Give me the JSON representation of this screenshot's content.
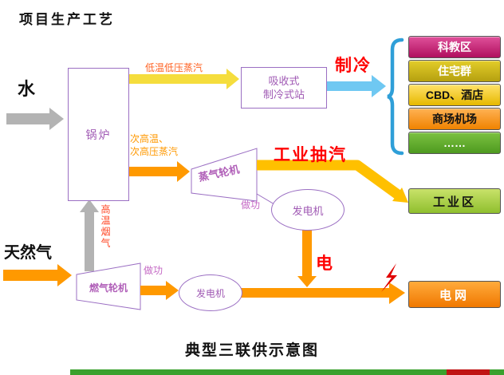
{
  "header": {
    "title": "项目生产工艺"
  },
  "caption": "典型三联供示意图",
  "sources": {
    "water": "水",
    "gas": "天然气"
  },
  "nodes": {
    "boiler": "锅炉",
    "absorption_line1": "吸收式",
    "absorption_line2": "制冷式站",
    "steam_turbine": "蒸气轮机",
    "gas_turbine": "燃气轮机",
    "generator_top": "发电机",
    "generator_bottom": "发电机"
  },
  "flows": {
    "low_pressure_steam": "低温低压蒸汽",
    "mid_steam_line1": "次高温、",
    "mid_steam_line2": "次高压蒸汽",
    "flue_gas": "高温烟气",
    "cooling": "制冷",
    "industrial_steam": "工业抽汽",
    "electricity": "电",
    "work_steam": "做功",
    "work_gas": "做功"
  },
  "destinations": [
    {
      "label": "科教区",
      "color": "#b00f5e"
    },
    {
      "label": "住宅群",
      "color": "#c8b316"
    },
    {
      "label": "CBD、酒店",
      "color": "#f3c818"
    },
    {
      "label": "商场机场",
      "color": "#f58f2a"
    },
    {
      "label": "……",
      "color": "#5aa52e"
    }
  ],
  "outputs": {
    "industrial_zone": "工业区",
    "power_grid": "电网"
  },
  "colors": {
    "accent_red": "#ff0000",
    "arrow_orange": "#ff9900",
    "arrow_yellow": "#ffc000",
    "arrow_gray": "#b3b3b3",
    "arrow_blue": "#6fc8f2",
    "outline_purple": "#9b6fc3",
    "grid_orange": "#f07800",
    "zone_green": "#8fbf2e"
  }
}
